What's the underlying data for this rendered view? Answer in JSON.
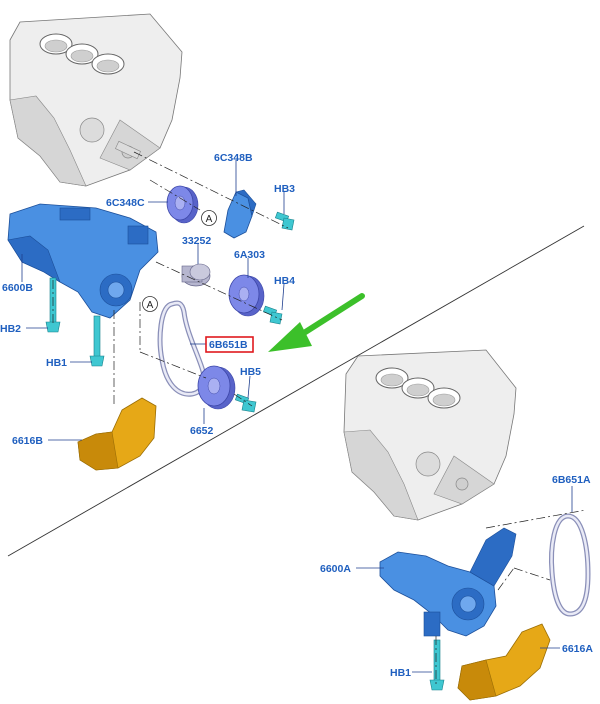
{
  "callouts": {
    "c6C348B": "6C348B",
    "c6C348C": "6C348C",
    "cHB3": "HB3",
    "cA1": "A",
    "c33252": "33252",
    "c6A303": "6A303",
    "c6600B": "6600B",
    "cHB4": "HB4",
    "cA2": "A",
    "c6B651B": "6B651B",
    "cHB2": "HB2",
    "cHB1a": "HB1",
    "cHB5": "HB5",
    "c6652": "6652",
    "c6616B": "6616B",
    "c6B651A": "6B651A",
    "c6600A": "6600A",
    "c6616A": "6616A",
    "cHB1b": "HB1"
  },
  "colors": {
    "label": "#1f5fbf",
    "highlight_box": "#e0191e",
    "arrow": "#3cc02a",
    "pump": "#4a90e2",
    "gear": "#7d88e8",
    "bolt": "#3fc7d1",
    "shield": "#e6a817",
    "block": "#eeeeee"
  },
  "icons": {
    "pointer": "green-arrow-icon"
  }
}
